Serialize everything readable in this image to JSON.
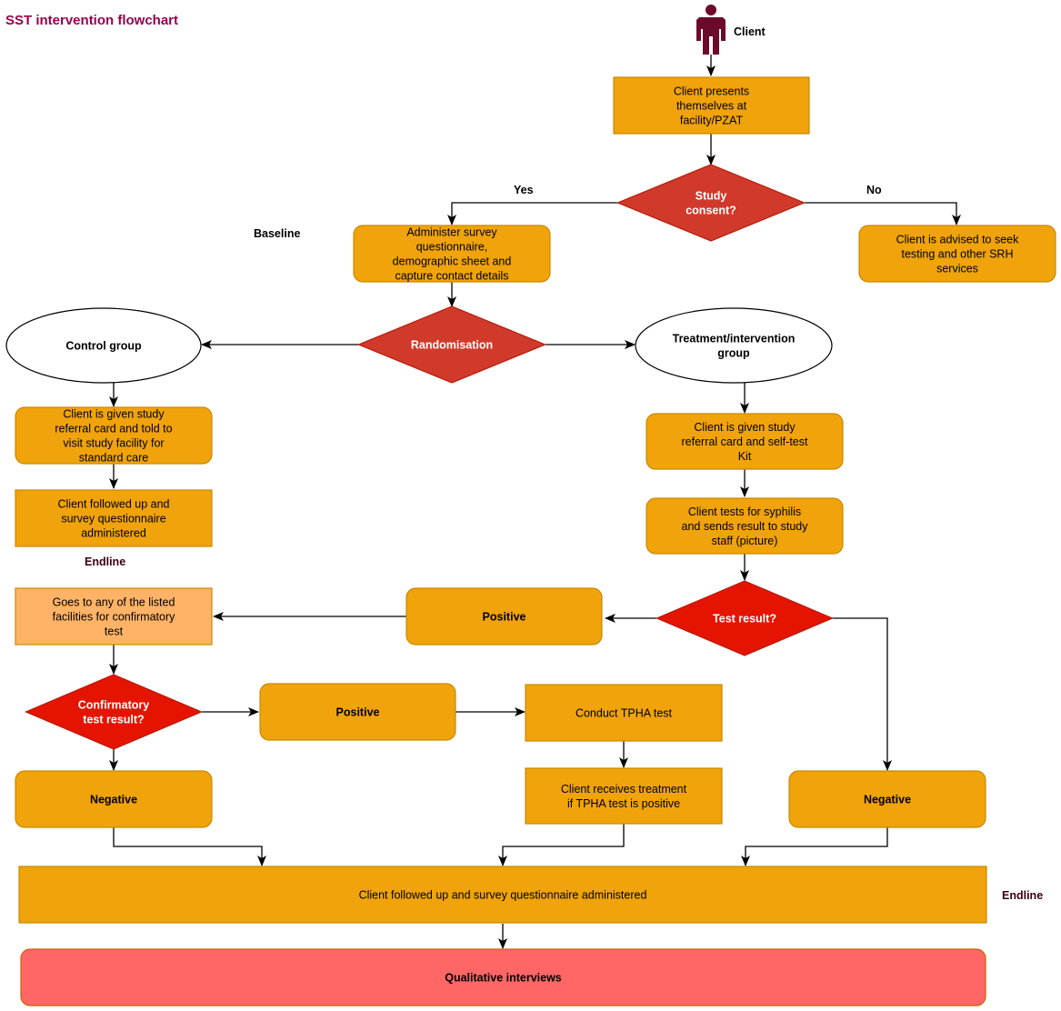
{
  "title": "SST intervention flowchart",
  "colors": {
    "box_fill": "#f0a30a",
    "box_stroke": "#c98a00",
    "light_box_fill": "#ffb366",
    "diamond_fill": "#d13a2b",
    "diamond_bright_fill": "#e51400",
    "diamond_stroke": "#b31b0a",
    "qualitative_fill": "#ff6666",
    "qualitative_stroke": "#d35f00",
    "client_icon": "#6b0a2a",
    "title_color": "#99004d"
  },
  "labels": {
    "client": "Client",
    "baseline": "Baseline",
    "yes": "Yes",
    "no": "No",
    "endline_left": "Endline",
    "endline_right": "Endline"
  },
  "nodes": {
    "presents": [
      "Client presents",
      "themselves at",
      "facility/PZAT"
    ],
    "consent": [
      "Study",
      "consent?"
    ],
    "administer": [
      "Administer survey",
      "questionnaire,",
      "demographic sheet and",
      "capture contact details"
    ],
    "advised": [
      "Client is advised to seek",
      "testing and other SRH",
      "services"
    ],
    "randomisation": [
      "Randomisation"
    ],
    "control": [
      "Control group"
    ],
    "treatment": [
      "Treatment/intervention",
      "group"
    ],
    "control_card": [
      "Client is given study",
      "referral card and told to",
      "visit study facility for",
      "standard care"
    ],
    "control_followup": [
      "Client followed up and",
      "survey questionnaire",
      "administered"
    ],
    "treatment_card": [
      "Client is given study",
      "referral card and self-test",
      "Kit"
    ],
    "tests": [
      "Client tests for syphilis",
      "and sends result to study",
      "staff (picture)"
    ],
    "test_result": [
      "Test result?"
    ],
    "positive1": [
      "Positive"
    ],
    "goes_to": [
      "Goes to any of the listed",
      "facilities for confirmatory",
      "test"
    ],
    "confirmatory": [
      "Confirmatory",
      "test result?"
    ],
    "positive2": [
      "Positive"
    ],
    "tpha": [
      "Conduct TPHA test"
    ],
    "treatment_receive": [
      "Client receives treatment",
      "if TPHA test is positive"
    ],
    "negative_left": [
      "Negative"
    ],
    "negative_right": [
      "Negative"
    ],
    "final_followup": [
      "Client followed up and survey questionnaire administered"
    ],
    "qualitative": [
      "Qualitative interviews"
    ]
  }
}
